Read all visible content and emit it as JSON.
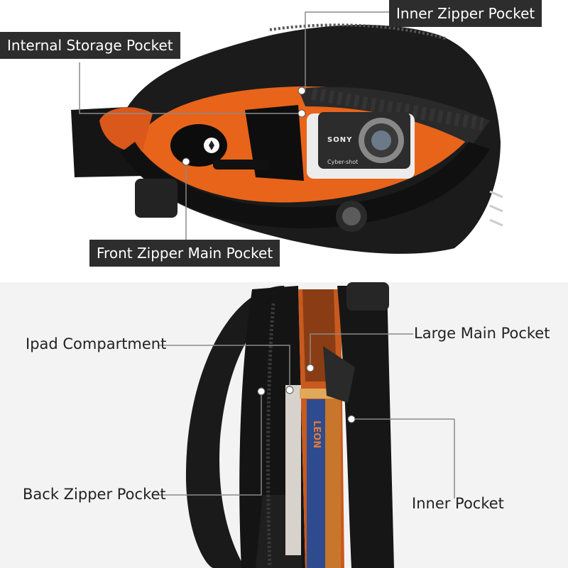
{
  "top_panel": {
    "labels": {
      "inner_zipper_pocket": "Inner Zipper Pocket",
      "internal_storage_pocket": "Internal Storage Pocket",
      "front_zipper_main_pocket": "Front Zipper Main Pocket"
    },
    "camera": {
      "brand": "SONY",
      "model": "Cyber-shot"
    }
  },
  "bottom_panel": {
    "labels": {
      "ipad_compartment": "Ipad Compartment",
      "large_main_pocket": "Large Main Pocket",
      "back_zipper_pocket": "Back Zipper Pocket",
      "inner_pocket": "Inner Pocket"
    },
    "book_spine_text": "LEON"
  },
  "colors": {
    "bag": "#141414",
    "lining": "#e8641a",
    "label_bg": "#2d2d2d",
    "label_text": "#ffffff",
    "callout_line": "#888888"
  }
}
